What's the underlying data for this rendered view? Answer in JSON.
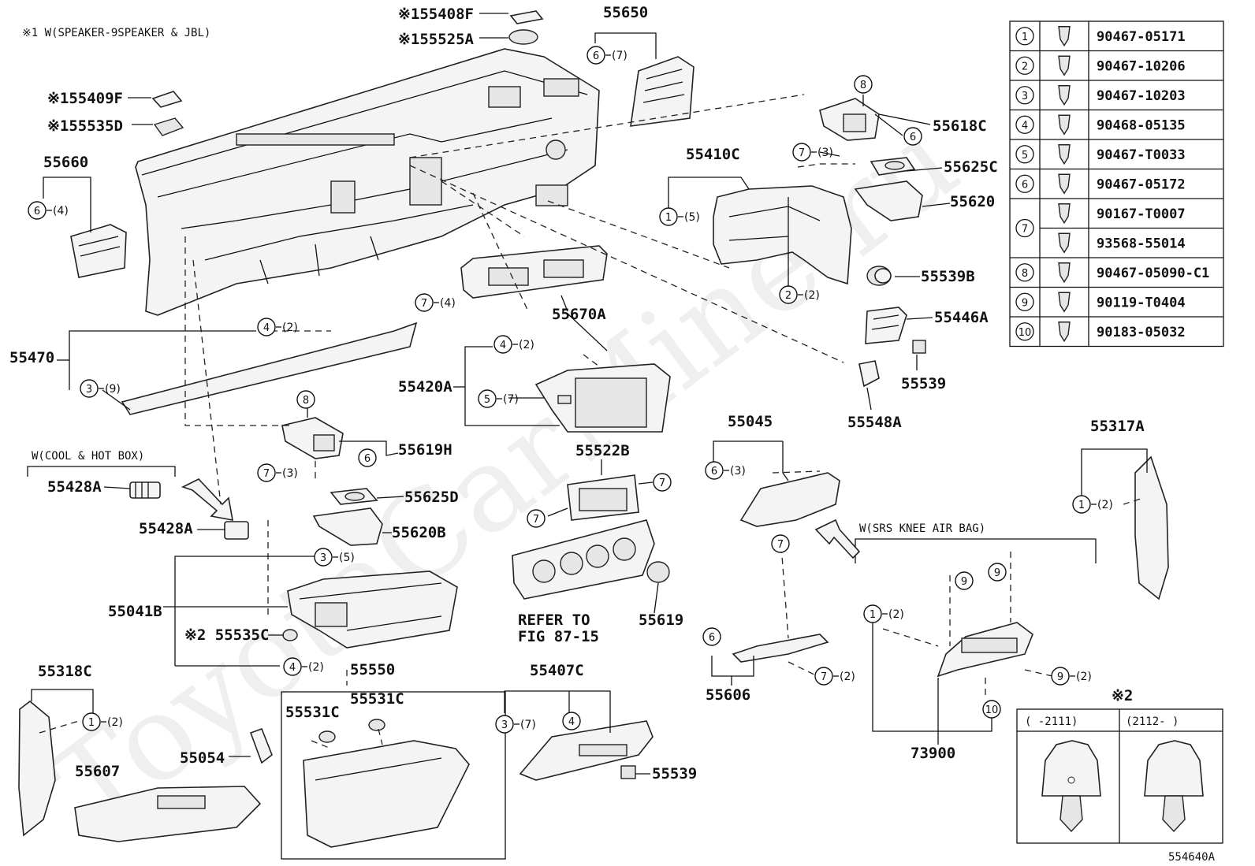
{
  "notes": {
    "speaker": "※1 W(SPEAKER-9SPEAKER & JBL)",
    "cool_hot_box": "W(COOL & HOT BOX)",
    "srs_knee": "W(SRS KNEE AIR BAG)",
    "refer_line1": "REFER TO",
    "refer_line2": "FIG 87-15",
    "mark2_title": "※2",
    "mark2_col1": "(     -2111)",
    "mark2_col2": "(2112-     )",
    "figure_id": "554640A"
  },
  "watermark": "ToyotaCarMine.ru",
  "parts": {
    "p55408F": "※155408F",
    "p55525A": "※155525A",
    "p55409F": "※155409F",
    "p55535D": "※155535D",
    "p55650": "55650",
    "p55660": "55660",
    "p55618C": "55618C",
    "p55410C": "55410C",
    "p55625C": "55625C",
    "p55620": "55620",
    "p55539B": "55539B",
    "p55670A": "55670A",
    "p55446A": "55446A",
    "p55470": "55470",
    "p55539a": "55539",
    "p55420A": "55420A",
    "p55548A": "55548A",
    "p55619H": "55619H",
    "p55045": "55045",
    "p55317A": "55317A",
    "p55522B": "55522B",
    "p55428A_1": "55428A",
    "p55428A_2": "55428A",
    "p55625D": "55625D",
    "p55620B": "55620B",
    "p55041B": "55041B",
    "p55535C": "※2 55535C",
    "p55619": "55619",
    "p55550": "55550",
    "p55318C": "55318C",
    "p55531C_1": "55531C",
    "p55531C_2": "55531C",
    "p55407C": "55407C",
    "p55606": "55606",
    "p73900": "73900",
    "p55054": "55054",
    "p55607": "55607",
    "p55539b": "55539"
  },
  "callouts": {
    "c1": {
      "n": "6",
      "q": "(7)"
    },
    "c2": {
      "n": "8",
      "q": ""
    },
    "c3": {
      "n": "6",
      "q": ""
    },
    "c4": {
      "n": "7",
      "q": "(3)"
    },
    "c5": {
      "n": "6",
      "q": "(4)"
    },
    "c6": {
      "n": "1",
      "q": "(5)"
    },
    "c7": {
      "n": "2",
      "q": "(2)"
    },
    "c8": {
      "n": "7",
      "q": "(4)"
    },
    "c9": {
      "n": "4",
      "q": "(2)"
    },
    "c10": {
      "n": "3",
      "q": "(9)"
    },
    "c11": {
      "n": "4",
      "q": "(2)"
    },
    "c12": {
      "n": "5",
      "q": "(7)"
    },
    "c13": {
      "n": "8",
      "q": ""
    },
    "c14": {
      "n": "6",
      "q": ""
    },
    "c15": {
      "n": "7",
      "q": "(3)"
    },
    "c16": {
      "n": "6",
      "q": "(3)"
    },
    "c17": {
      "n": "7",
      "q": ""
    },
    "c18": {
      "n": "7",
      "q": ""
    },
    "c19": {
      "n": "7",
      "q": ""
    },
    "c20": {
      "n": "1",
      "q": "(2)"
    },
    "c21": {
      "n": "3",
      "q": "(5)"
    },
    "c22": {
      "n": "4",
      "q": "(2)"
    },
    "c23": {
      "n": "9",
      "q": ""
    },
    "c24": {
      "n": "9",
      "q": ""
    },
    "c25": {
      "n": "1",
      "q": "(2)"
    },
    "c26": {
      "n": "9",
      "q": "(2)"
    },
    "c27": {
      "n": "10",
      "q": ""
    },
    "c28": {
      "n": "6",
      "q": ""
    },
    "c29": {
      "n": "7",
      "q": "(2)"
    },
    "c30": {
      "n": "1",
      "q": "(2)"
    },
    "c31": {
      "n": "3",
      "q": "(7)"
    },
    "c32": {
      "n": "4",
      "q": ""
    }
  },
  "fastener_table": {
    "rows": [
      {
        "n": "1",
        "part": "90467-05171"
      },
      {
        "n": "2",
        "part": "90467-10206"
      },
      {
        "n": "3",
        "part": "90467-10203"
      },
      {
        "n": "4",
        "part": "90468-05135"
      },
      {
        "n": "5",
        "part": "90467-T0033"
      },
      {
        "n": "6",
        "part": "90467-05172"
      },
      {
        "n": "7",
        "part": "90167-T0007"
      },
      {
        "n": "",
        "part": "93568-55014"
      },
      {
        "n": "8",
        "part": "90467-05090-C1"
      },
      {
        "n": "9",
        "part": "90119-T0404"
      },
      {
        "n": "10",
        "part": "90183-05032"
      }
    ]
  }
}
